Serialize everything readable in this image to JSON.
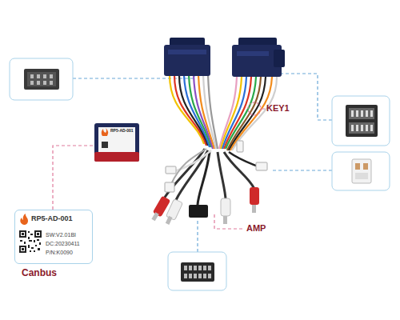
{
  "diagram": {
    "nodes": [
      {
        "text": [
          "RP5-AD-001",
          "SW:V2.01BI",
          "DC:20230411",
          "P/N:K0090",
          "Canbus"
        ]
      }
    ],
    "labels": [
      "KEY1",
      "AMP",
      "RP5-AD-001"
    ]
  }
}
